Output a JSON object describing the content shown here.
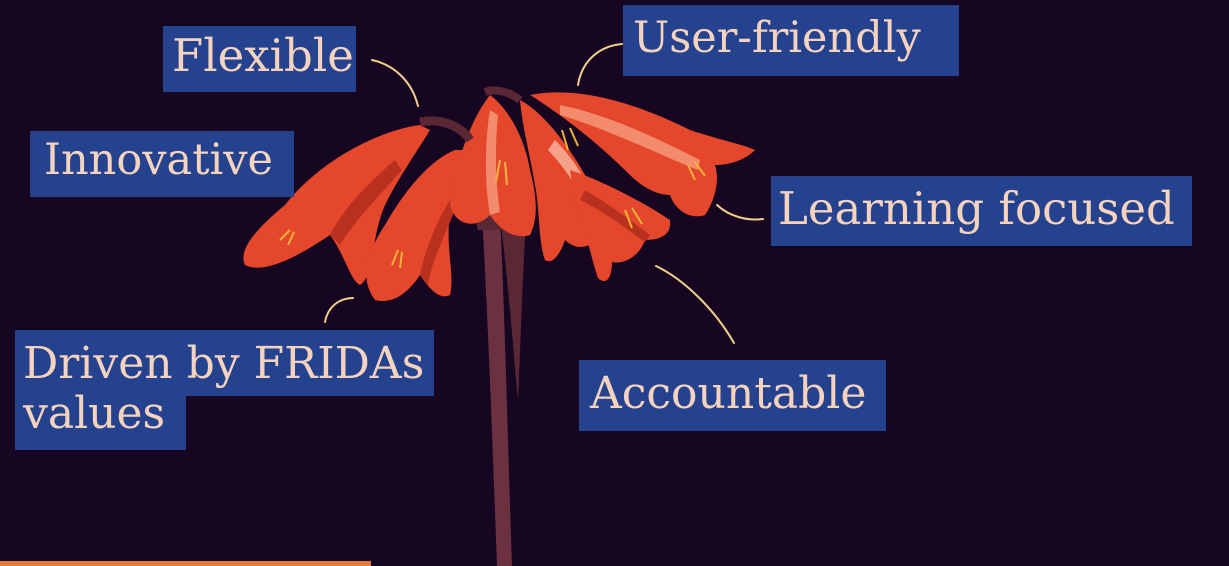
{
  "colors": {
    "background": "#170622",
    "label_box": "#24428e",
    "label_text": "#f6d3bf",
    "connector": "#f2d08c",
    "accent_bar": "#e27a3d",
    "petal": "#e4472b",
    "petal_dark": "#b8311e",
    "petal_light": "#f28c6c",
    "stamen": "#f0b33a",
    "stem": "#6b3140"
  },
  "labels": {
    "flexible": "Flexible",
    "user_friendly": "User-friendly",
    "innovative": "Innovative",
    "learning_focused": "Learning focused",
    "driven_line1": "Driven by FRIDAs",
    "driven_line2": "values",
    "accountable": "Accountable"
  }
}
